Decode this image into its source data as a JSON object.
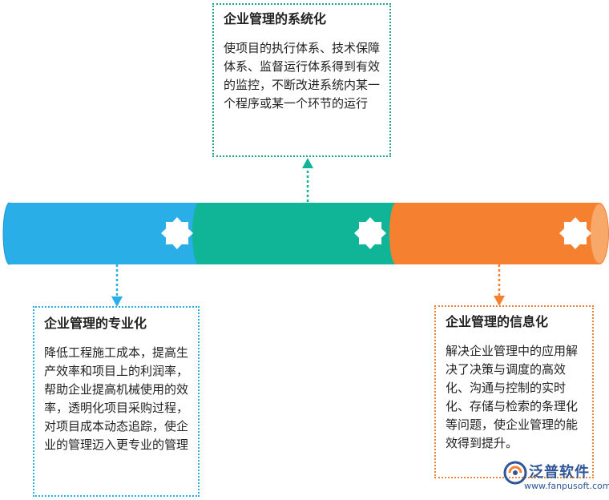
{
  "colors": {
    "blue": "#2aaee8",
    "green": "#10b496",
    "orange": "#f5802f",
    "blue_border": "#2aaee8",
    "green_border": "#1aa58b",
    "orange_border": "#ee8436"
  },
  "top_card": {
    "title": "企业管理的系统化",
    "body": "使项目的执行体系、技术保障体系、监督运行体系得到有效的监控，不断改进系统内某一个程序或某一个环节的运行"
  },
  "left_card": {
    "title": "企业管理的专业化",
    "body": "降低工程施工成本，提高生产效率和项目上的利润率，帮助企业提高机械使用的效率，透明化项目采购过程，对项目成本动态追踪，使企业的管理迈入更专业的管理"
  },
  "right_card": {
    "title": "企业管理的信息化",
    "body": "解决企业管理中的应用解决了决策与调度的高效化、沟通与控制的实时化、存储与检索的条理化等问题，使企业管理的能效得到提升。"
  },
  "logo": {
    "name": "泛普软件",
    "url": "www.fanpusoft.com",
    "icon": "fanpu-logo-icon"
  }
}
